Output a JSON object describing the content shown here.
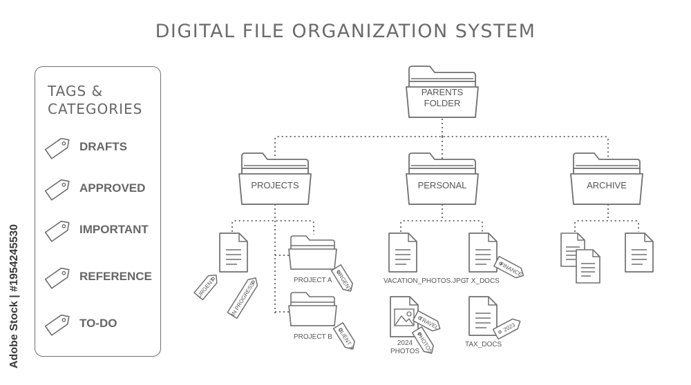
{
  "title": "DIGITAL FILE ORGANIZATION SYSTEM",
  "legend": {
    "title": "TAGS &\nCATEGORIES",
    "items": [
      "DRAFTS",
      "APPROVED",
      "IMPORTANT",
      "REFERENCE",
      "TO-DO"
    ]
  },
  "root": {
    "label_line1": "PARENTS",
    "label_line2": "FOLDER"
  },
  "folders": {
    "projects": "PROJECTS",
    "personal": "PERSONAL",
    "archive": "ARCHIVE"
  },
  "projects": {
    "file_tags": [
      "URGENT",
      "IN PROGRESS"
    ],
    "project_a": {
      "label": "PROJECT A",
      "tag": "URGENT"
    },
    "project_b": {
      "label": "PROJECT B",
      "tag": "CLIENT X"
    }
  },
  "personal": {
    "vacation": "VACATION_PHOTOS.JPG",
    "tx_docs": {
      "label": "T  X_DOCS",
      "tag": "FINANCE"
    },
    "photos": {
      "label_line1": "2024",
      "label_line2": "PHOTOS",
      "tags": [
        "TRAVEL",
        "PHOTOS"
      ]
    },
    "tax_docs": {
      "label": "TAX_DOCS",
      "tag": "2023"
    }
  },
  "watermark": "Adobe Stock | #1954245530",
  "colors": {
    "stroke": "#6e6e6e",
    "text": "#5f5f5f"
  }
}
